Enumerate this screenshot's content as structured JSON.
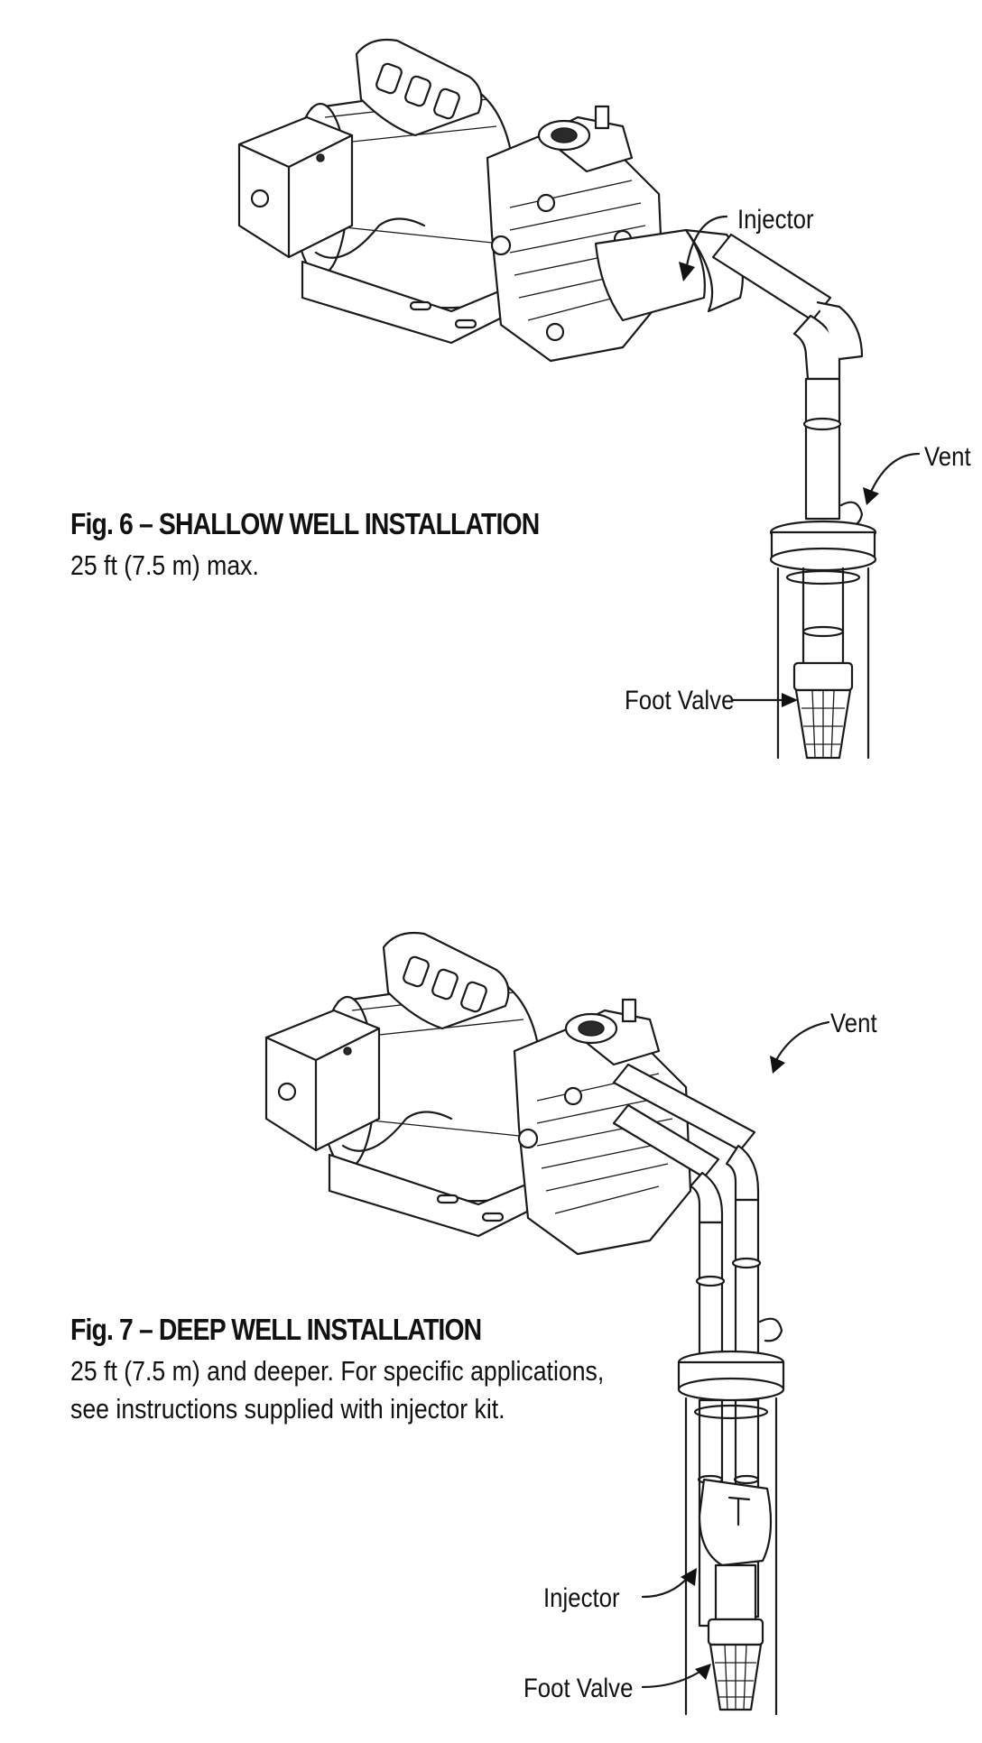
{
  "fig6": {
    "title": "Fig. 6 – SHALLOW WELL INSTALLATION",
    "description": "25 ft (7.5 m) max.",
    "labels": {
      "injector": "Injector",
      "vent": "Vent",
      "foot_valve": "Foot Valve"
    }
  },
  "fig7": {
    "title": "Fig. 7 – DEEP WELL INSTALLATION",
    "description_line1": "25 ft (7.5 m) and deeper. For specific applications,",
    "description_line2": "see instructions supplied with injector kit.",
    "labels": {
      "vent": "Vent",
      "injector": "Injector",
      "foot_valve": "Foot Valve"
    }
  }
}
